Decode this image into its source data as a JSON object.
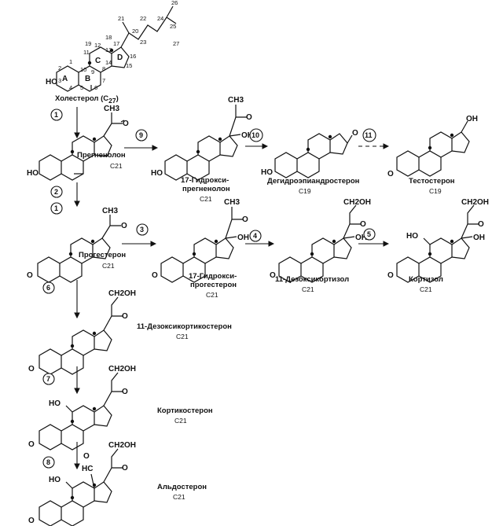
{
  "compounds": {
    "cholesterol": {
      "name": "Холестерол (C",
      "sub": "27",
      "close": ")"
    },
    "pregnenolone": {
      "name": "Прегненолон",
      "carbon": "C21"
    },
    "hydroxypregnenolone": {
      "name_line1": "17-Гидрокси-",
      "name_line2": "прегненолон",
      "carbon": "C21"
    },
    "dhea": {
      "name": "Дегидроэпиандростерон",
      "carbon": "C19"
    },
    "testosterone": {
      "name": "Тестостерон",
      "carbon": "C19"
    },
    "progesterone": {
      "name": "Прогестерон",
      "carbon": "C21"
    },
    "hydroxyprogesterone": {
      "name_line1": "17-Гидрокси-",
      "name_line2": "прогестерон",
      "carbon": "C21"
    },
    "deoxycortisol": {
      "name": "11-Дезоксикортизол",
      "carbon": "C21"
    },
    "cortisol": {
      "name": "Кортизол",
      "carbon": "C21"
    },
    "deoxycorticosterone": {
      "name": "11-Дезоксикортикостерон",
      "carbon": "C21"
    },
    "corticosterone": {
      "name": "Кортикостерон",
      "carbon": "C21"
    },
    "aldosterone": {
      "name": "Альдостерон",
      "carbon": "C21"
    }
  },
  "atoms": {
    "ho": "HO",
    "o": "O",
    "oh": "OH",
    "ch3": "CH3",
    "ch2oh": "CH2OH",
    "hc": "HC"
  },
  "ring_letters": [
    "A",
    "B",
    "C",
    "D"
  ],
  "cholesterol_numbers": [
    "1",
    "2",
    "3",
    "4",
    "5",
    "6",
    "7",
    "8",
    "9",
    "10",
    "11",
    "12",
    "13",
    "14",
    "15",
    "16",
    "17",
    "18",
    "19",
    "20",
    "21",
    "22",
    "23",
    "24",
    "25",
    "26",
    "27"
  ],
  "steps": [
    "1",
    "2",
    "1",
    "3",
    "4",
    "5",
    "6",
    "7",
    "8",
    "9",
    "10",
    "11"
  ]
}
